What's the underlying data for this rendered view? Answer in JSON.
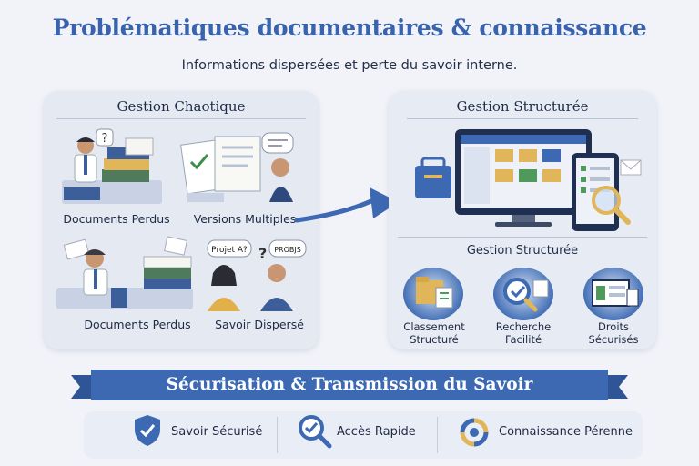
{
  "header": {
    "title": "Problématiques documentaires & connaissance",
    "subtitle": "Informations dispersées et perte du savoir interne."
  },
  "left_panel": {
    "title": "Gestion Chaotique",
    "cells": [
      {
        "label": "Documents Perdus"
      },
      {
        "label": "Versions Multiples"
      },
      {
        "label": "Documents Perdus"
      },
      {
        "label": "Savoir Dispersé"
      }
    ],
    "bubbles": [
      "?",
      "Projet A?",
      "?",
      "PROBJS"
    ]
  },
  "right_panel": {
    "title": "Gestion Structurée",
    "subtitle": "Gestion Structurée",
    "features": [
      {
        "line1": "Classement",
        "line2": "Structuré"
      },
      {
        "line1": "Recherche",
        "line2": "Facilité"
      },
      {
        "line1": "Droits",
        "line2": "Sécurisés"
      }
    ]
  },
  "banner": {
    "text": "Sécurisation & Transmission du Savoir"
  },
  "benefits": [
    {
      "label": "Savoir Sécurisé",
      "icon": "shield-check-icon"
    },
    {
      "label": "Accès Rapide",
      "icon": "magnifier-icon"
    },
    {
      "label": "Connaissance Pérenne",
      "icon": "cycle-arrows-icon"
    }
  ],
  "colors": {
    "accent": "#3c69b2",
    "title": "#3a63ad",
    "panel": "#e4e9f2"
  }
}
